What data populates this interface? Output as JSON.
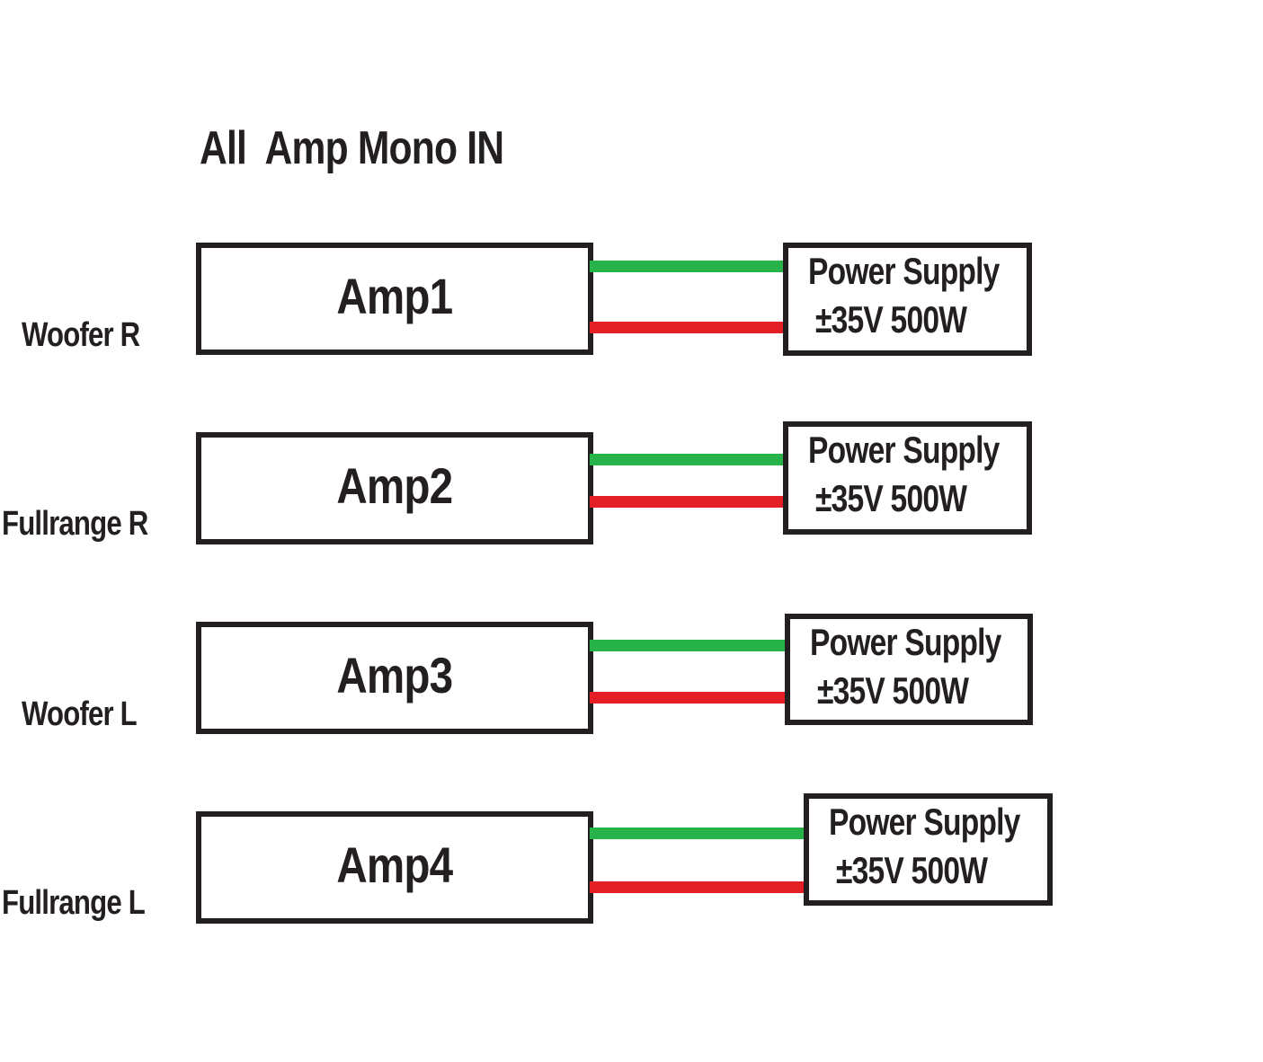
{
  "title": "All  Amp Mono IN",
  "colors": {
    "positive_wire": "#27b24a",
    "negative_wire": "#e31e25",
    "outline": "#231f20"
  },
  "rows": [
    {
      "channel": "Woofer R",
      "amp": "Amp1",
      "psu_name": "Power Supply",
      "psu_rating": "±35V 500W"
    },
    {
      "channel": "Fullrange R",
      "amp": "Amp2",
      "psu_name": "Power Supply",
      "psu_rating": "±35V 500W"
    },
    {
      "channel": "Woofer L",
      "amp": "Amp3",
      "psu_name": "Power Supply",
      "psu_rating": "±35V 500W"
    },
    {
      "channel": "Fullrange L",
      "amp": "Amp4",
      "psu_name": "Power Supply",
      "psu_rating": "±35V 500W"
    }
  ]
}
